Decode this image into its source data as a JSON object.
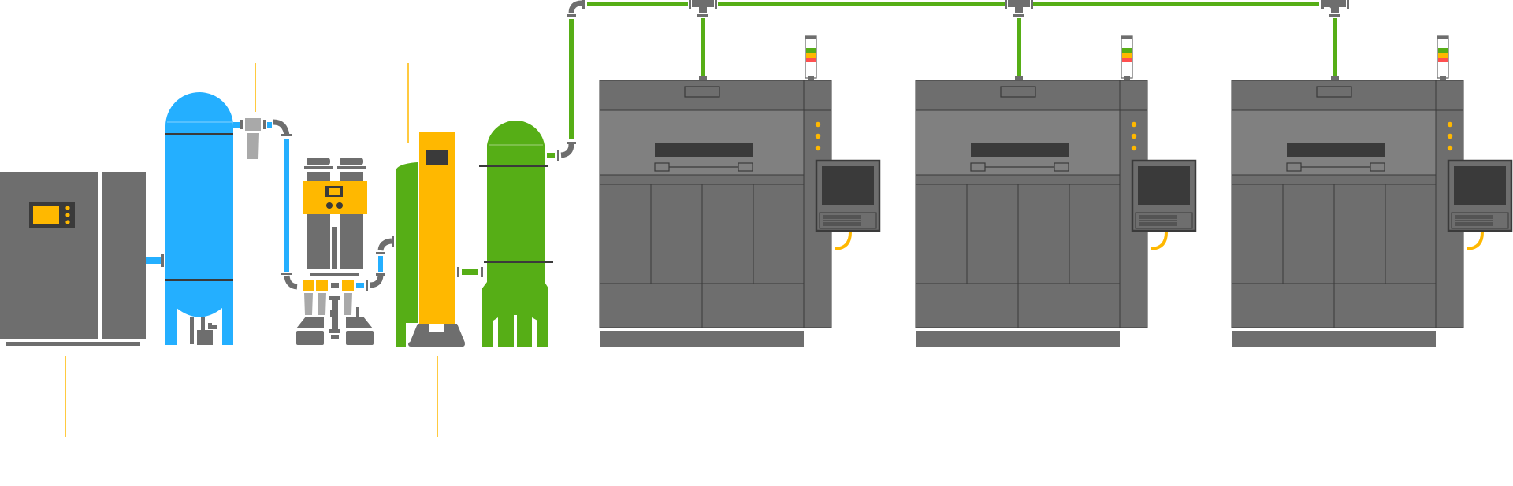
{
  "colors": {
    "background": "#ffffff",
    "gray_dark": "#6e6e6e",
    "gray_mid": "#808080",
    "gray_light": "#a9a9a9",
    "charcoal": "#3a3a3a",
    "blue": "#24afff",
    "green": "#56ae16",
    "yellow": "#ffb800",
    "red": "#ff5050",
    "callout": "#ffb800"
  },
  "diagram": {
    "components": [
      {
        "name": "air-compressor",
        "icon": "compressor-icon"
      },
      {
        "name": "air-receiver-tank",
        "icon": "tank-icon"
      },
      {
        "name": "pre-filter",
        "icon": "filter-icon"
      },
      {
        "name": "desiccant-dryer",
        "icon": "dryer-icon"
      },
      {
        "name": "nitrogen-generator",
        "icon": "generator-icon"
      },
      {
        "name": "nitrogen-buffer-tank",
        "icon": "tank-icon"
      },
      {
        "name": "machine-1",
        "icon": "printer-icon"
      },
      {
        "name": "machine-2",
        "icon": "printer-icon"
      },
      {
        "name": "machine-3",
        "icon": "printer-icon"
      }
    ],
    "signal_lights": [
      "green",
      "yellow",
      "red"
    ]
  }
}
